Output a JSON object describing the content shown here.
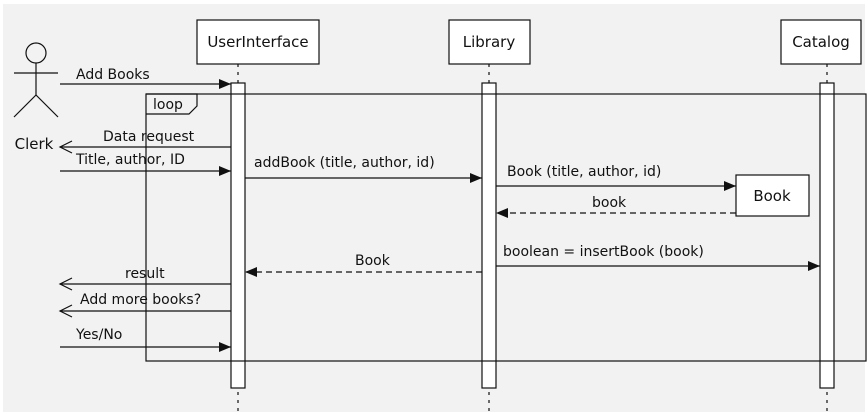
{
  "actor": {
    "label": "Clerk"
  },
  "lifelines": {
    "ui": "UserInterface",
    "library": "Library",
    "catalog": "Catalog"
  },
  "created_object": {
    "label": "Book"
  },
  "fragment": {
    "operator": "loop"
  },
  "messages": {
    "add_books": "Add Books",
    "data_request": "Data request",
    "title_author_id": "Title, author, ID",
    "add_book_call": "addBook (title, author, id)",
    "book_constructor": "Book (title, author, id)",
    "book_return": "book",
    "insert_book_call": "boolean = insertBook (book)",
    "book_return_ui": "Book",
    "result": "result",
    "add_more_books": "Add more books?",
    "yes_no": "Yes/No"
  },
  "colors": {
    "background": "#f2f2f2",
    "stroke": "#111111"
  }
}
